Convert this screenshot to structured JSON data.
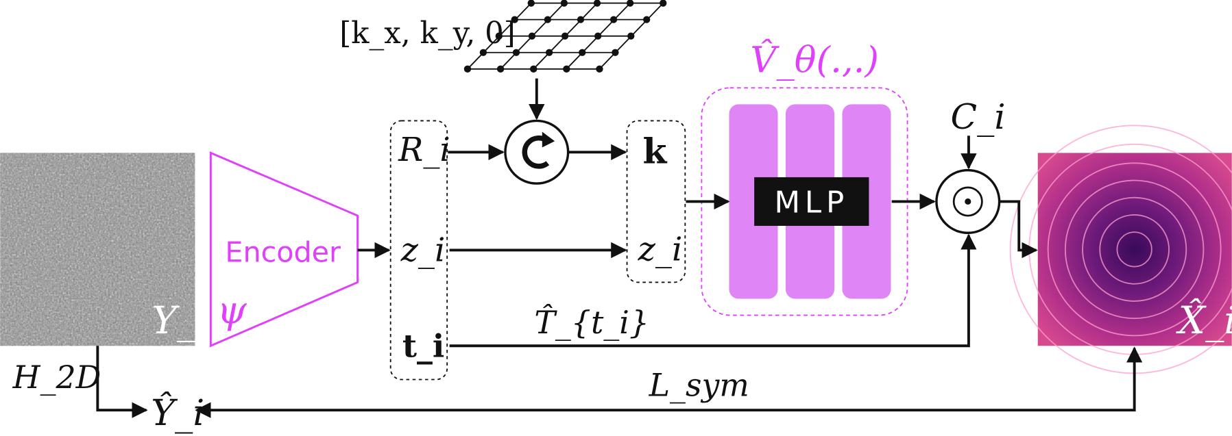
{
  "colors": {
    "encoder": "#e040fb",
    "mlp_bars": "#e085f5",
    "mlp_box": "#111111",
    "mlp_text": "#ffffff",
    "line": "#111111"
  },
  "labels": {
    "k_coords": "[k_x, k_y, 0]",
    "volume_decoder": "V̂_θ(.,.)",
    "encoder": "Encoder",
    "encoder_symbol": "ψ",
    "mlp": "MLP",
    "R_i": "R_i",
    "z_i": "z_i",
    "t_i": "t_i",
    "k": "k",
    "z_i_out": "z_i",
    "C_i": "C_i",
    "T_hat": "T̂_{t_i}",
    "Y_i": "Y_i",
    "X_hat": "X̂_i",
    "Y_hat": "Ŷ_i",
    "H_2D": "H_2D",
    "L_sym": "L_sym"
  },
  "icons": {
    "rotate": "rotate-icon",
    "hadamard": "circled-dot-icon"
  }
}
